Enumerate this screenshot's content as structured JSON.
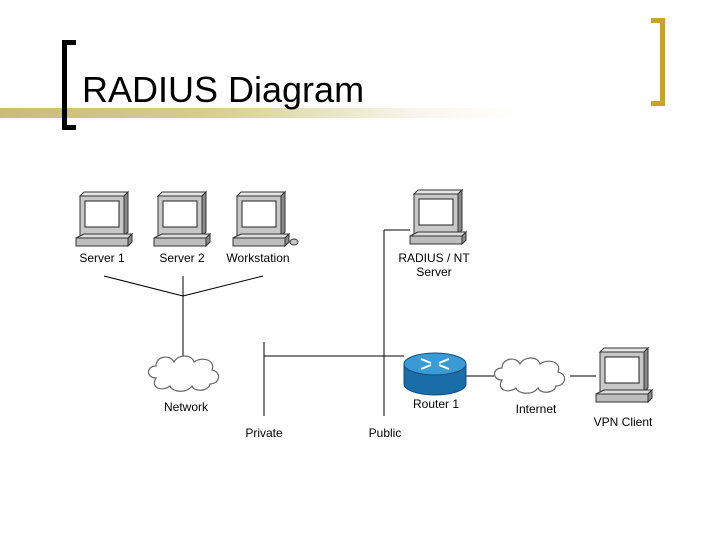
{
  "slide": {
    "title": "RADIUS Diagram"
  },
  "labels": {
    "server1": "Server 1",
    "server2": "Server 2",
    "workstation": "Workstation",
    "radius_line1": "RADIUS / NT",
    "radius_line2": "Server",
    "network": "Network",
    "router": "Router 1",
    "internet": "Internet",
    "vpn_client": "VPN Client",
    "private": "Private",
    "public": "Public"
  },
  "colors": {
    "router_blue": "#1f7fbf",
    "bracket_gold": "#c9a227",
    "title_bar": "#c9bd74",
    "device_gray": "#c8c8c8"
  }
}
